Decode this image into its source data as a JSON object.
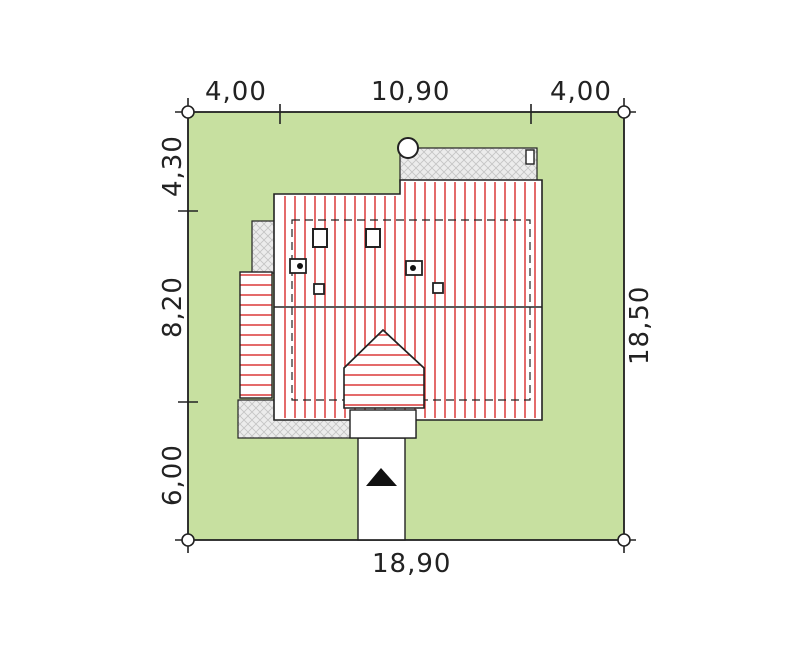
{
  "plot": {
    "colors": {
      "lawn": "#c7e0a0",
      "roof_stripe": "#d92b2b",
      "paving_hatch": "#c8c8c8",
      "outline": "#222222"
    }
  },
  "dimensions": {
    "top_left": "4,00",
    "top_middle": "10,90",
    "top_right": "4,00",
    "left_top": "4,30",
    "left_middle": "8,20",
    "left_bottom": "6,00",
    "right": "18,50",
    "bottom": "18,90"
  },
  "icons": {
    "entrance_marker": "triangle-up-icon"
  }
}
